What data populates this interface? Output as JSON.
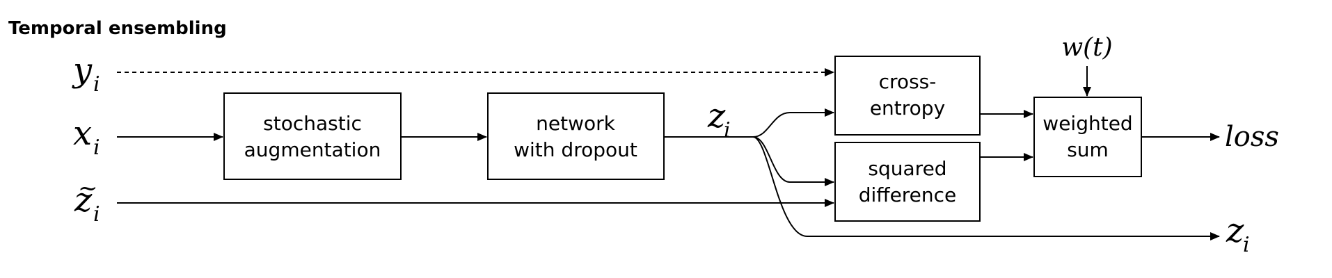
{
  "title": "Temporal ensembling",
  "inputs": {
    "y": {
      "base": "y",
      "sub": "i"
    },
    "x": {
      "base": "x",
      "sub": "i"
    },
    "z_tilde": {
      "base": "z",
      "tilde": "~",
      "sub": "i"
    }
  },
  "blocks": {
    "augmentation": {
      "line1": "stochastic",
      "line2": "augmentation"
    },
    "network": {
      "line1": "network",
      "line2": "with dropout"
    },
    "cross_entropy": {
      "line1": "cross-",
      "line2": "entropy"
    },
    "squared_difference": {
      "line1": "squared",
      "line2": "difference"
    },
    "weighted_sum": {
      "line1": "weighted",
      "line2": "sum"
    }
  },
  "network_output": {
    "base": "z",
    "sub": "i"
  },
  "weight_label": "w(t)",
  "outputs": {
    "loss": "loss",
    "z": {
      "base": "z",
      "sub": "i"
    }
  }
}
